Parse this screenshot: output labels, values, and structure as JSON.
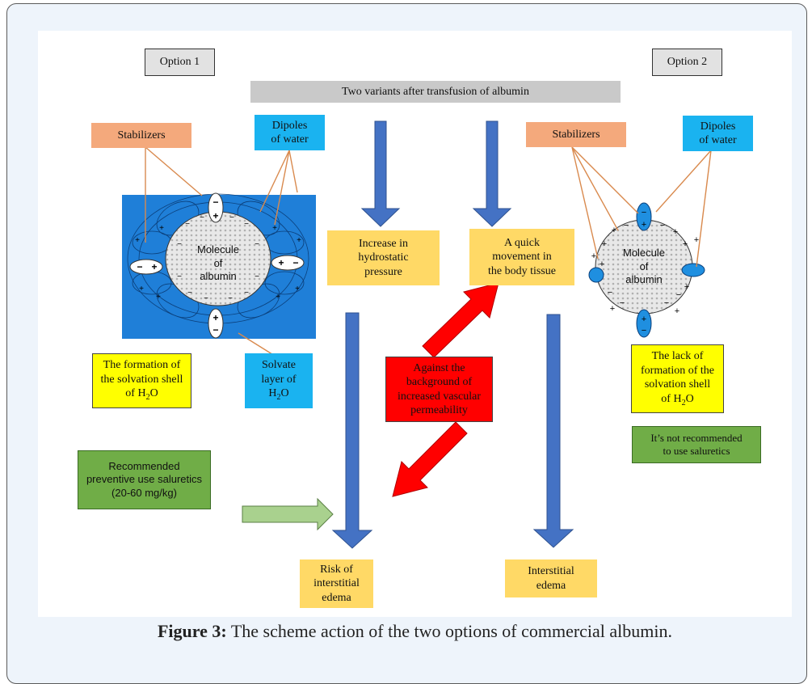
{
  "option1": "Option 1",
  "option2": "Option 2",
  "title_bar": "Two variants after transfusion of albumin",
  "left": {
    "stabilizers": "Stabilizers",
    "dipoles": [
      "Dipoles",
      "of water"
    ],
    "molecule": [
      "Molecule",
      "of",
      "albumin"
    ],
    "formation": [
      "The formation of",
      "the solvation shell",
      "of H",
      "2",
      "O"
    ],
    "solvate": [
      "Solvate",
      "layer of",
      "H",
      "2",
      "O"
    ],
    "recommended": [
      "Recommended",
      "preventive use saluretics",
      "(20-60 mg/kg)"
    ]
  },
  "center": {
    "hydrostatic": [
      "Increase in",
      "hydrostatic",
      "pressure"
    ],
    "quick": [
      "A quick",
      "movement in",
      "the body tissue"
    ],
    "against": [
      "Against the",
      "background of",
      "increased vascular",
      "permeability"
    ],
    "risk": [
      "Risk of",
      "interstitial",
      "edema"
    ],
    "interstitial": [
      "Interstitial",
      "edema"
    ]
  },
  "right": {
    "stabilizers": "Stabilizers",
    "dipoles": [
      "Dipoles",
      "of water"
    ],
    "molecule": [
      "Molecule",
      "of",
      "albumin"
    ],
    "lack": [
      "The lack of",
      "formation of the",
      "solvation shell",
      "of H",
      "2",
      "O"
    ],
    "not_recommended": [
      "It’s not recommended",
      "to use saluretics"
    ]
  },
  "caption": {
    "label": "Figure 3:",
    "text": " The scheme action of the two options of commercial albumin."
  },
  "colors": {
    "blue_arrow": "#4472c4",
    "red_arrow": "#ff0000",
    "green_arrow": "#a9d18e",
    "blue_panel": "#1f7fd8",
    "connector": "#d98a4e"
  }
}
